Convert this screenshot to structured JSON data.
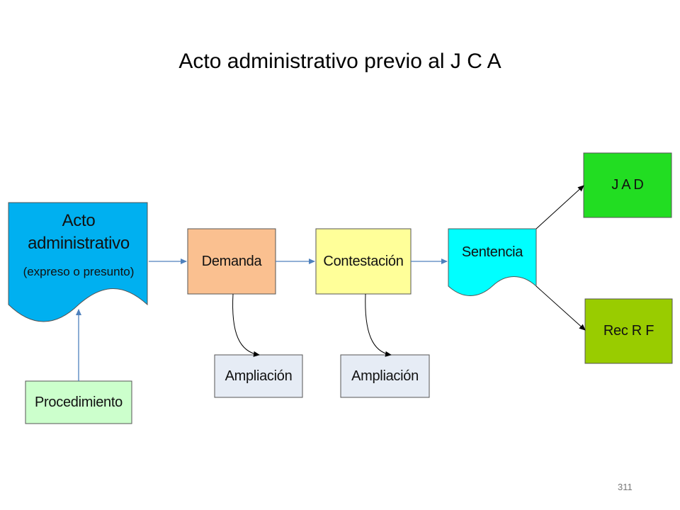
{
  "slide": {
    "title": "Acto administrativo previo al J C A",
    "page_number": "311"
  },
  "nodes": {
    "acto": {
      "title": "Acto administrativo",
      "subtitle": "(expreso o presunto)",
      "fill": "#00B0F0"
    },
    "procedimiento": {
      "label": "Procedimiento",
      "fill": "#CCFFCC"
    },
    "demanda": {
      "label": "Demanda",
      "fill": "#FAC090"
    },
    "contestacion": {
      "label": "Contestación",
      "fill": "#FFFF99"
    },
    "ampliacion_1": {
      "label": "Ampliación",
      "fill": "#E6ECF5"
    },
    "ampliacion_2": {
      "label": "Ampliación",
      "fill": "#E6ECF5"
    },
    "sentencia": {
      "label": "Sentencia",
      "fill": "#00FFFF"
    },
    "jad": {
      "label": "J A D",
      "fill": "#22DD22"
    },
    "recrf": {
      "label": "Rec R F",
      "fill": "#99CC00"
    }
  },
  "colors": {
    "blue_arrow": "#4F81BD",
    "black_arrow": "#000000",
    "border": "#555555"
  }
}
